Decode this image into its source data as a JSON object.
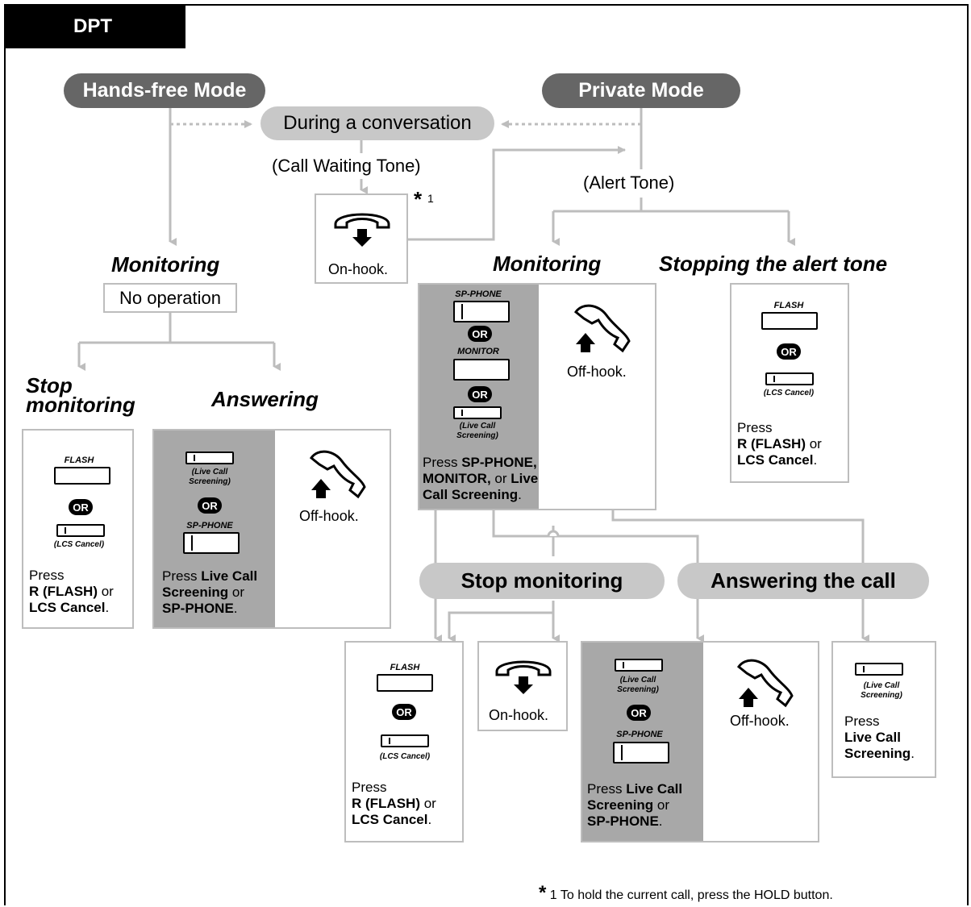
{
  "tab": "DPT",
  "modes": {
    "hands_free": "Hands-free Mode",
    "private": "Private Mode"
  },
  "during": "During a conversation",
  "call_waiting_tone": "(Call Waiting Tone)",
  "alert_tone": "(Alert Tone)",
  "note_star": "*",
  "note_ref": "1",
  "on_hook": "On-hook.",
  "off_hook": "Off-hook.",
  "left": {
    "monitoring": "Monitoring",
    "no_operation": "No operation",
    "stop_monitoring_1": "Stop",
    "stop_monitoring_2": "monitoring",
    "answering": "Answering",
    "stop_box": {
      "flash": "FLASH",
      "or": "OR",
      "lcs_cancel": "(LCS Cancel)",
      "press": "Press",
      "r_flash": "R (FLASH)",
      "or_text": " or",
      "lcs": "LCS Cancel",
      "period": "."
    },
    "answer_box": {
      "live_call_1": "(Live Call",
      "live_call_2": "Screening)",
      "or": "OR",
      "sp_phone": "SP-PHONE",
      "press": "Press ",
      "live_call_screening_1": "Live Call",
      "live_call_screening_2": "Screening",
      "or_text": " or",
      "sp_phone_bold": "SP-PHONE",
      "period": "."
    }
  },
  "right": {
    "monitoring": "Monitoring",
    "stopping_alert": "Stopping the alert tone",
    "monitor_box": {
      "sp_phone": "SP-PHONE",
      "or": "OR",
      "monitor": "MONITOR",
      "live_call_1": "(Live Call",
      "live_call_2": "Screening)",
      "press": "Press ",
      "sp_phone_bold": "SP-PHONE,",
      "monitor_bold": "MONITOR,",
      "or_text": " or ",
      "live": "Live",
      "call_screening": "Call Screening",
      "period": "."
    },
    "stop_alert_box": {
      "flash": "FLASH",
      "or": "OR",
      "lcs_cancel": "(LCS Cancel)",
      "press": "Press",
      "r_flash": "R (FLASH)",
      "or_text": " or",
      "lcs": "LCS Cancel",
      "period": "."
    },
    "stop_monitoring": "Stop monitoring",
    "answering_call": "Answering the call",
    "bottom_stop_box": {
      "flash": "FLASH",
      "or": "OR",
      "lcs_cancel": "(LCS Cancel)",
      "press": "Press",
      "r_flash": "R (FLASH)",
      "or_text": " or",
      "lcs": "LCS Cancel",
      "period": "."
    },
    "bottom_answer_box": {
      "live_call_1": "(Live Call",
      "live_call_2": "Screening)",
      "or": "OR",
      "sp_phone": "SP-PHONE",
      "press": "Press ",
      "live_call_screening_1": "Live Call",
      "live_call_screening_2": "Screening",
      "or_text": " or",
      "sp_phone_bold": "SP-PHONE",
      "period": "."
    },
    "bottom_live_box": {
      "live_call_1": "(Live Call",
      "live_call_2": "Screening)",
      "press": "Press",
      "live_call": "Live Call",
      "screening": "Screening",
      "period": "."
    }
  },
  "footnote": {
    "star": "*",
    "text": " 1 To hold the current call, press the HOLD button."
  },
  "colors": {
    "line": "#bdbdbd",
    "dark_pill": "#666666",
    "light_pill": "#c8c8c8",
    "gray_panel": "#a8a8a8"
  }
}
